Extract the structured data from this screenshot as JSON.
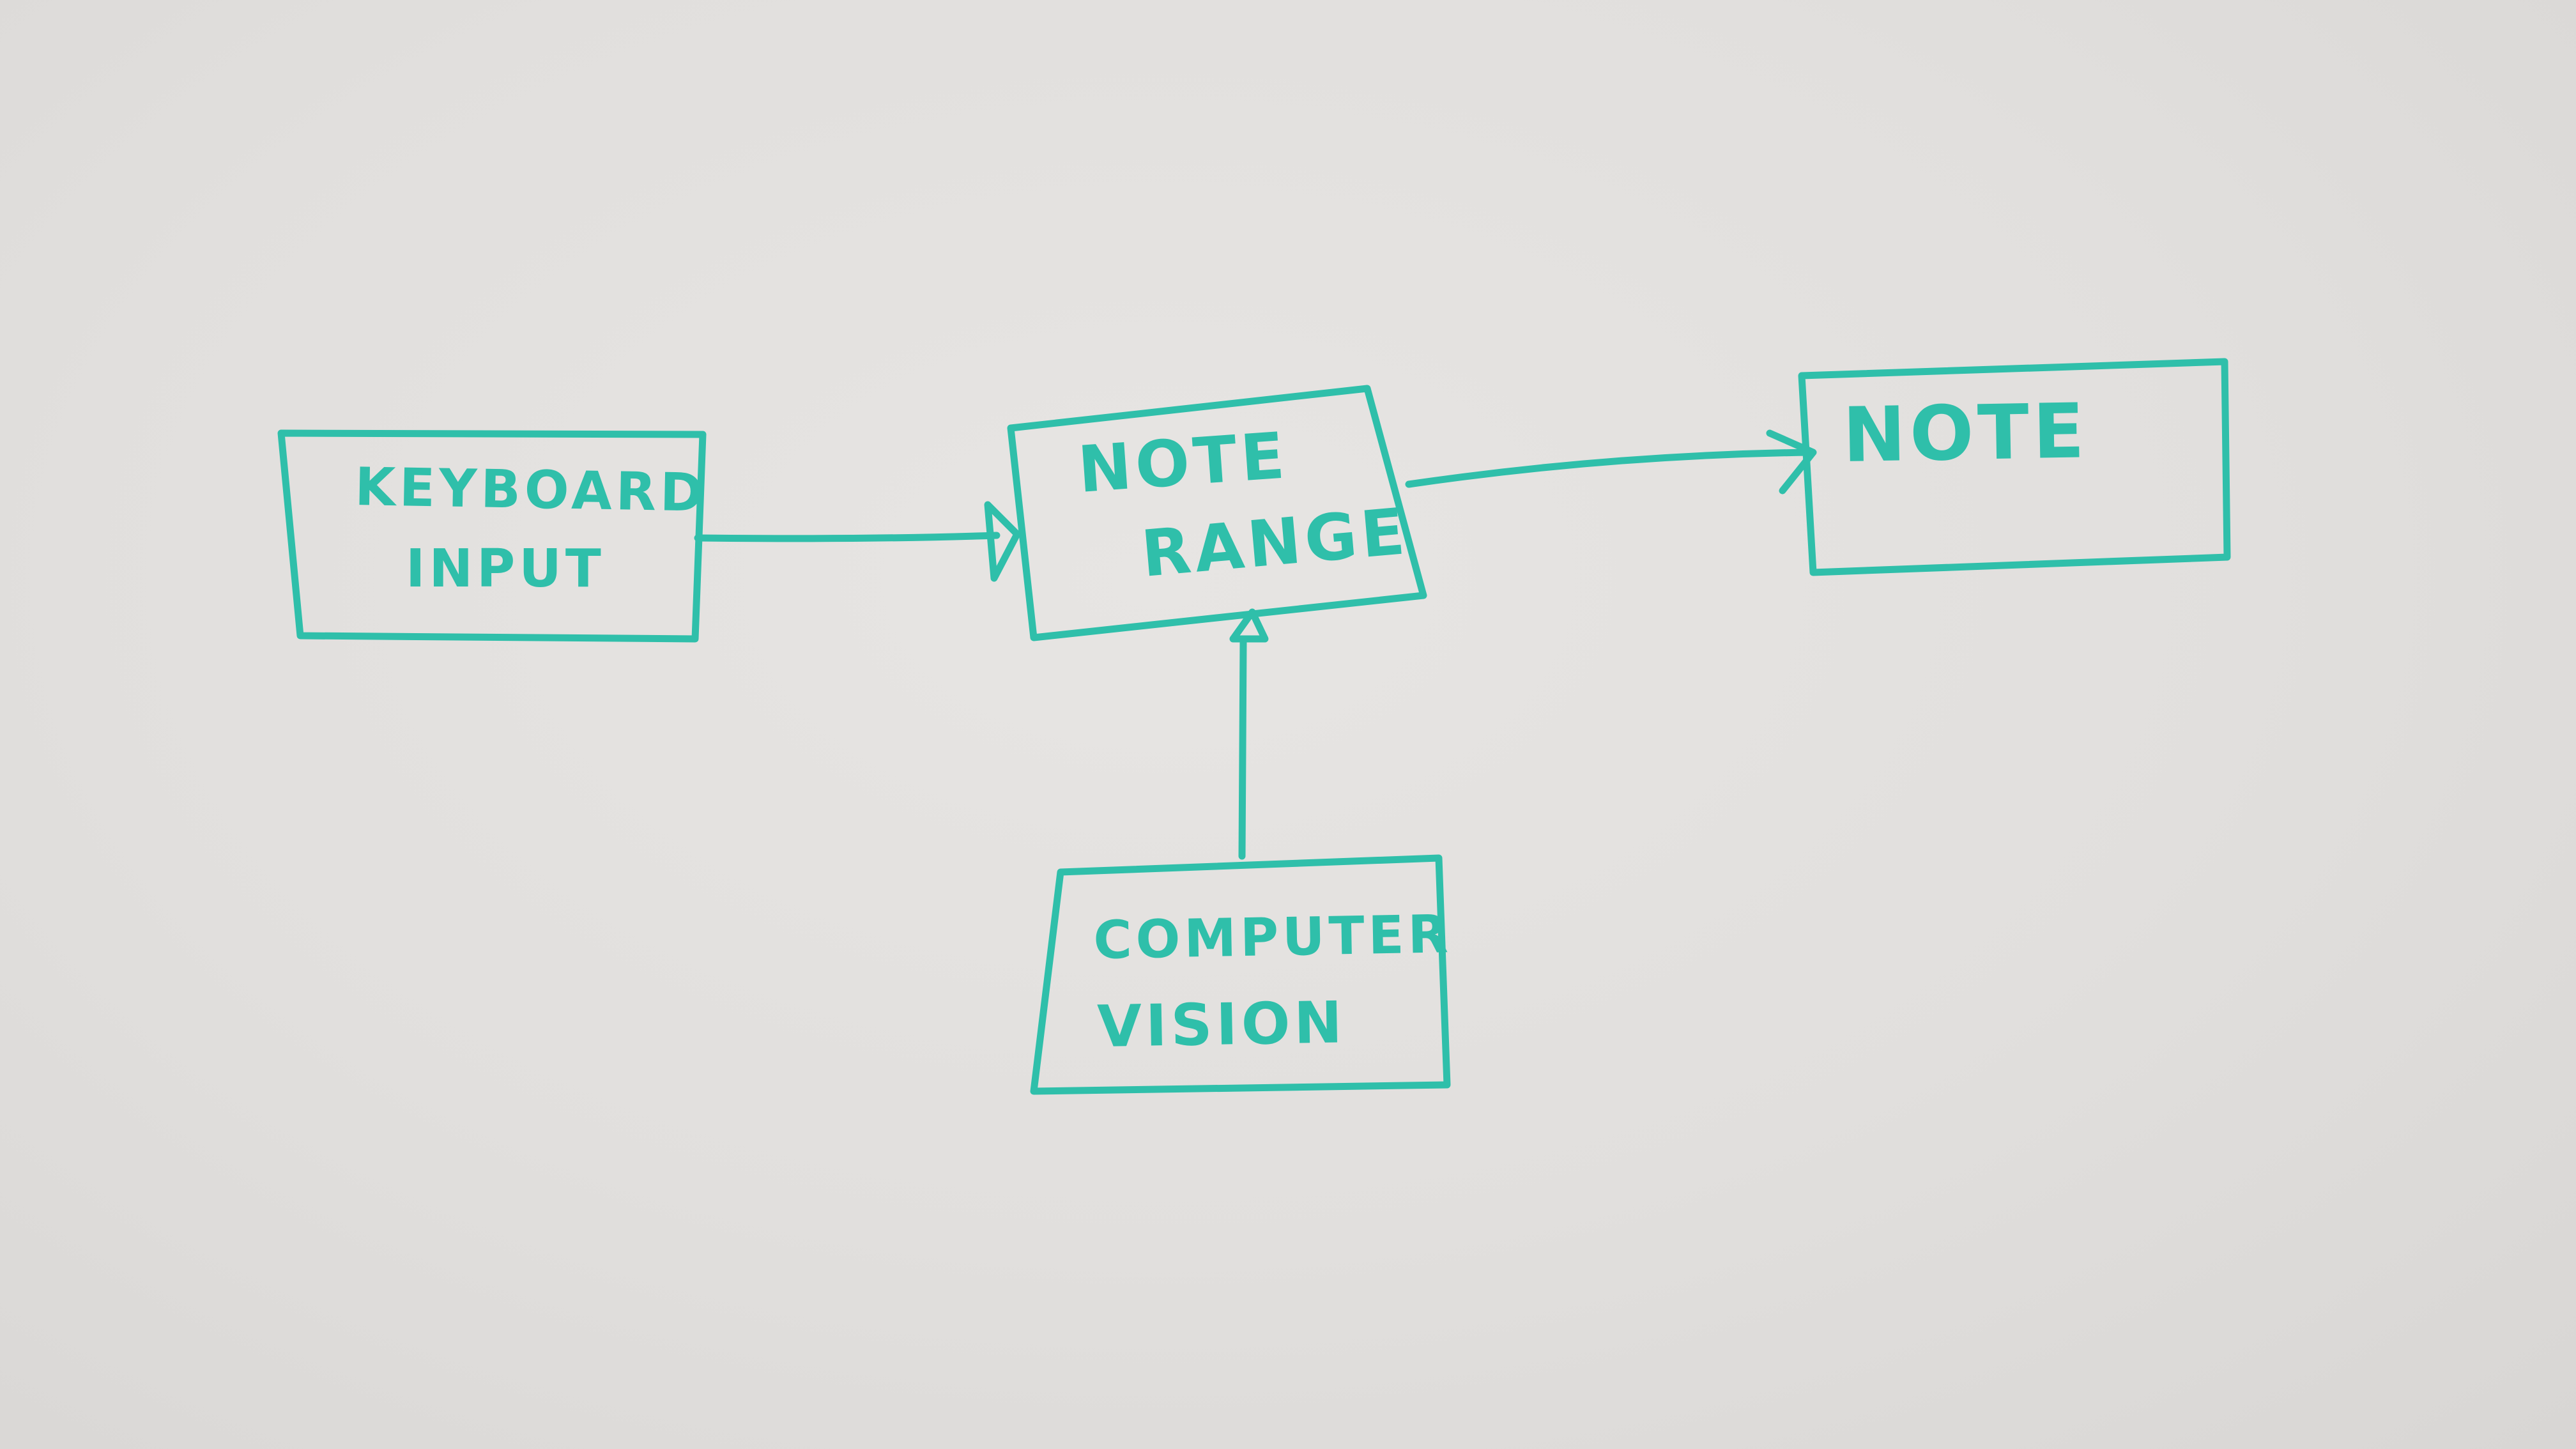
{
  "diagram": {
    "ink_color": "#2fbfaa",
    "background_color": "#e3e1df",
    "nodes": [
      {
        "id": "keyboard_input",
        "lines": [
          "KEYBOARD",
          "INPUT"
        ]
      },
      {
        "id": "note_range",
        "lines": [
          "NOTE",
          "RANGE"
        ]
      },
      {
        "id": "note",
        "lines": [
          "NOTE"
        ]
      },
      {
        "id": "computer_vision",
        "lines": [
          "COMPUTER",
          "VISION"
        ]
      }
    ],
    "edges": [
      {
        "from": "keyboard_input",
        "to": "note_range",
        "arrowhead": "hollow-triangle"
      },
      {
        "from": "note_range",
        "to": "note",
        "arrowhead": "open-chevron"
      },
      {
        "from": "computer_vision",
        "to": "note_range",
        "arrowhead": "hollow-triangle"
      }
    ]
  }
}
